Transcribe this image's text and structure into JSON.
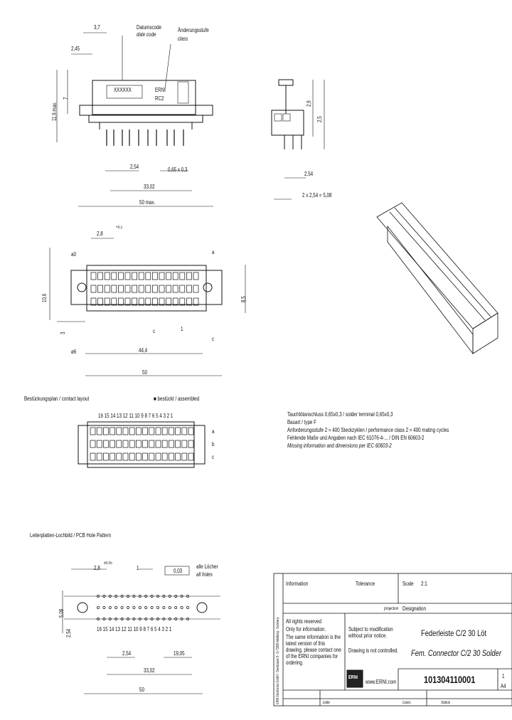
{
  "top_view": {
    "date_code_de": "Datumscode",
    "date_code_en": "date code",
    "change_level_de": "Änderungsstufe",
    "change_level_en": "class",
    "dim_37": "3,7",
    "dim_245": "2,45",
    "dim_116": "11,6 max.",
    "dim_7": "7",
    "part_marking": "XXXXXX",
    "maker_marking": "ERNI",
    "rev_marking": "RC2",
    "dim_254": "2,54",
    "dim_pin": "0,65 x 0,3",
    "dim_3302": "33,02",
    "dim_max": "50 max."
  },
  "side_view": {
    "dim_29": "2,9",
    "dim_25": "2,5",
    "dim_254": "2,54",
    "dim_508": "2 x 2,54 = 5,08"
  },
  "front_view": {
    "dim_28": "2,8",
    "dim_28_tol": "+0,1",
    "row_a": "a",
    "row_c": "c",
    "label_a0": "a0",
    "label_c": "c",
    "dim_106": "10,6",
    "dim_85": "8,5",
    "dim_3": "3",
    "dim_1": "1",
    "dim_6": "ø6",
    "dim_44": "44,4",
    "dim_50": "50"
  },
  "layout": {
    "title": "Bestückungsplan / contact layout",
    "legend": "■ bestückt / assembled",
    "numbers": "16 15 14 13 12 11 10 9 8 7 6 5 4 3 2 1",
    "row_a": "a",
    "row_b": "b",
    "row_c": "c"
  },
  "notes": {
    "line1": "Tauchlötanschluss 0,65x0,3 / solder terminal 0,65x0,3",
    "line2": "Bauart / type F",
    "line3": "Anforderungsstufe 2 = 400 Steckzyklen / performance class 2 = 400 mating cycles",
    "line4": "Fehlende Maße und Angaben nach IEC 61076-4-... / DIN EN 60603-2",
    "line5": "Missing information and dimensions per IEC 60603-2"
  },
  "pcb": {
    "title": "Leiterplatten-Lochbild / PCB Hole Pattern",
    "dim_28": "2,8",
    "tol": "±0,05",
    "dim_1": "1",
    "dim_003": "0,03",
    "hole_note_de": "alle Löcher",
    "hole_note_en": "all holes",
    "dim_508": "5,08",
    "dim_254_v": "2,54",
    "numbers": "16 15 14 13 12 11 10 9 8 7 6 5 4 3 2 1",
    "dim_254": "2,54",
    "dim_3302": "33,02",
    "dim_1905": "19,05",
    "dim_50": "50"
  },
  "title_block": {
    "information": "Information",
    "tolerance": "Tolerance",
    "scale_label": "Scale",
    "scale_value": "2:1",
    "proj": "projection",
    "designation": "Designation",
    "name_de": "Federleiste C/2 30 Löt",
    "name_en": "Fem. Connector C/2 30 Solder",
    "rights": "All rights reserved",
    "info_only": "Only for information.",
    "valid_note": "The same information is the latest version of this drawing, please contact one of the ERNI companies for ordering.",
    "subject": "Subject to modification without prior notice.",
    "controlled": "Drawing is not controlled.",
    "logo": "ERNI",
    "url": "www.ERNI.com",
    "part_number": "101304110001",
    "sheet": "1",
    "size": "A4",
    "date_label": "Date",
    "class_label": "Class",
    "status_label": "Status",
    "side_text": "ERNI Electronics GmbH - Seestrasse 9 - D-73099 Adelberg - Germany"
  }
}
